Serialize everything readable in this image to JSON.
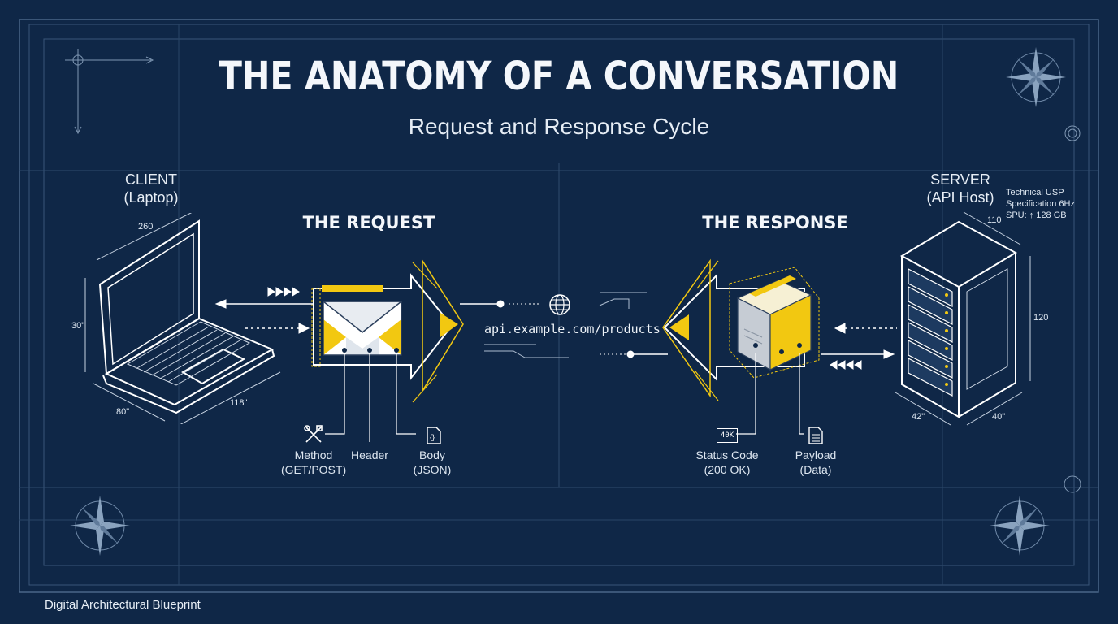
{
  "title": "THE ANATOMY OF A CONVERSATION",
  "subtitle": "Request and Response Cycle",
  "client": {
    "name": "CLIENT",
    "type": "(Laptop)",
    "dims": [
      "260",
      "30\"",
      "80\"",
      "118\""
    ]
  },
  "server": {
    "name": "SERVER",
    "type": "(API Host)",
    "specs": [
      "Technical USP",
      "Specification 6Hz",
      "SPU: ↑ 128 GB"
    ],
    "dims": [
      "110",
      "120",
      "42\"",
      "40\""
    ]
  },
  "request": {
    "heading": "THE REQUEST",
    "parts": [
      {
        "label": "Method",
        "sub": "(GET/POST)",
        "icon": "tools-icon"
      },
      {
        "label": "Header",
        "sub": "",
        "icon": ""
      },
      {
        "label": "Body",
        "sub": "(JSON)",
        "icon": "code-file-icon"
      }
    ]
  },
  "response": {
    "heading": "THE RESPONSE",
    "parts": [
      {
        "label": "Status Code",
        "sub": "(200 OK)",
        "icon": "status-badge-icon",
        "badge": "40K"
      },
      {
        "label": "Payload",
        "sub": "(Data)",
        "icon": "document-icon"
      }
    ]
  },
  "endpoint": "api.example.com/products",
  "footer": "Digital Architectural Blueprint",
  "colors": {
    "background": "#0f2747",
    "accent": "#f2c811",
    "line": "#ffffff",
    "grid": "#3a5678"
  }
}
